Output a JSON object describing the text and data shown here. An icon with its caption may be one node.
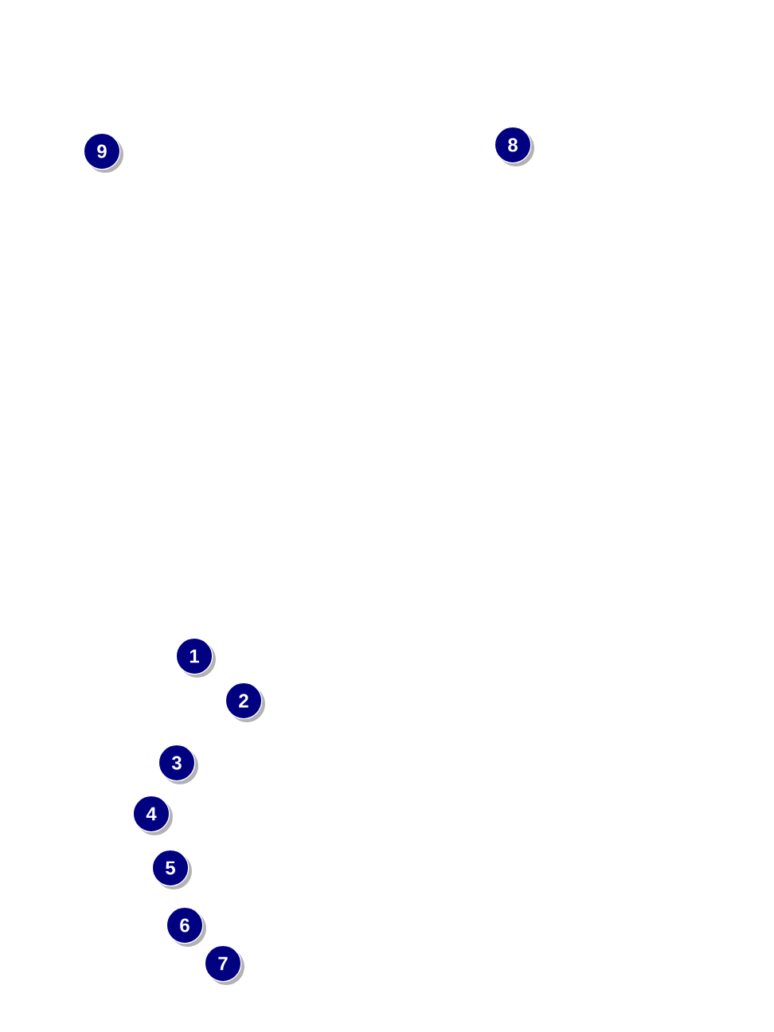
{
  "diagram": {
    "labels": [
      "9",
      "8",
      "1",
      "2",
      "3",
      "4",
      "5",
      "6",
      "7"
    ]
  }
}
